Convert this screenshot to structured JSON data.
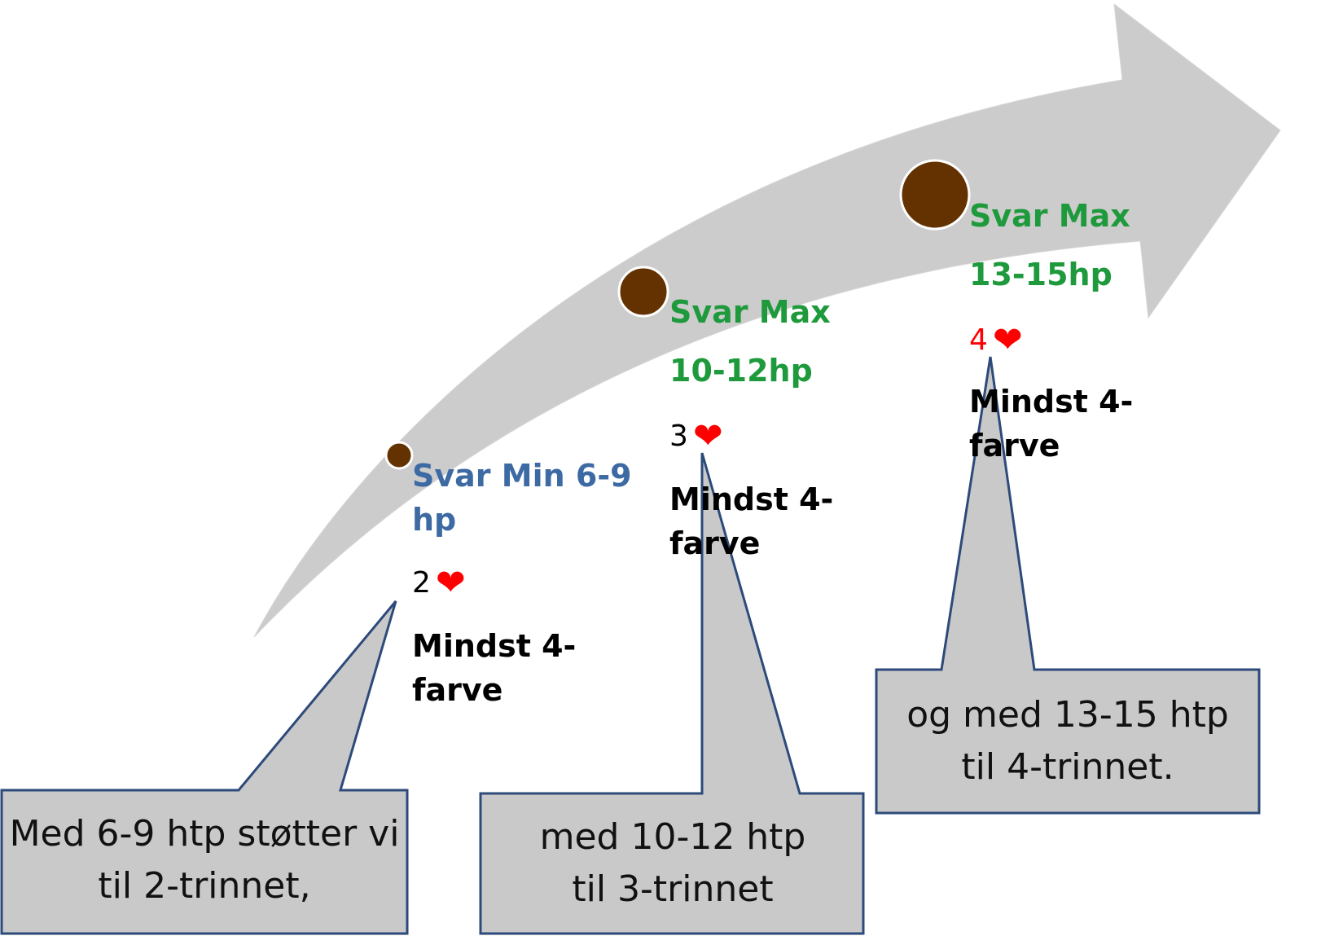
{
  "stages": [
    {
      "heading": "Svar Min 6-9 hp",
      "level_number": "2",
      "heart_icon": "heart-icon",
      "requirement": "Mindst 4-farve",
      "callout": "Med 6-9 htp støtter vi til 2-trinnet,"
    },
    {
      "heading_line1": "Svar Max",
      "heading_line2": "10-12hp",
      "level_number": "3",
      "heart_icon": "heart-icon",
      "requirement": "Mindst 4-farve",
      "callout": "med 10-12 htp til 3-trinnet"
    },
    {
      "heading_line1": "Svar Max",
      "heading_line2": "13-15hp",
      "level_number": "4",
      "heart_icon": "heart-icon",
      "requirement": "Mindst 4-farve",
      "callout": "og med 13-15 htp til 4-trinnet."
    }
  ],
  "colors": {
    "arrow": "#cccccc",
    "dot": "#643200",
    "green": "#1e9a3c",
    "blue": "#3d6aa3",
    "heart": "#ff0000",
    "callout_fill": "#c9c9c9",
    "callout_border": "#2d4a7a"
  }
}
